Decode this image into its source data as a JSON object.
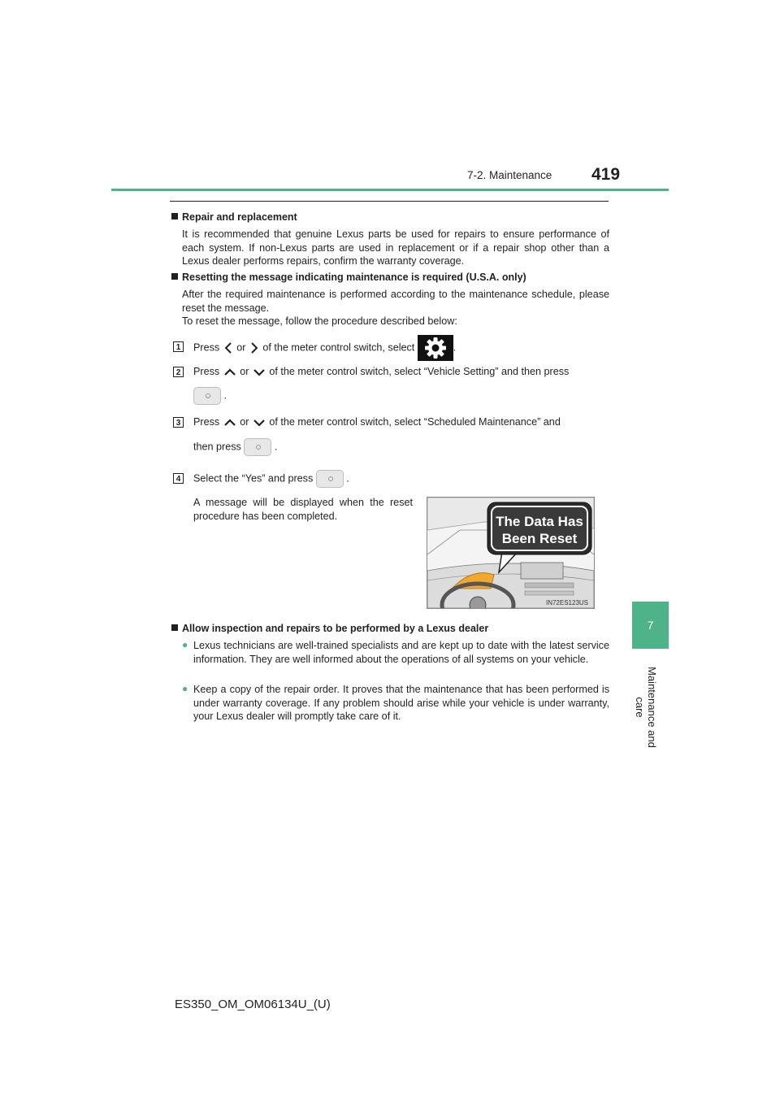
{
  "header": {
    "section": "7-2. Maintenance",
    "page_number": "419"
  },
  "side_tab": {
    "number": "7",
    "label": "Maintenance and care"
  },
  "repair": {
    "heading": "Repair and replacement",
    "text": "It is recommended that genuine Lexus parts be used for repairs to ensure performance of each system. If non-Lexus parts are used in replacement or if a repair shop other than a Lexus dealer performs repairs, confirm the warranty coverage."
  },
  "reset": {
    "heading": "Resetting the message indicating maintenance is required (U.S.A. only)",
    "intro1": "After the required maintenance is performed according to the maintenance schedule, please reset the message.",
    "intro2": "To reset the message, follow the procedure described below:",
    "steps": [
      {
        "num": "1",
        "a": "Press",
        "or": "or",
        "b": "of the meter control switch, select",
        "end": "."
      },
      {
        "num": "2",
        "a": "Press",
        "or": "or",
        "b": "of the meter control switch, select “Vehicle Setting” and then press",
        "end": "."
      },
      {
        "num": "3",
        "a": "Press",
        "or": "or",
        "b": "of the meter control switch, select “Scheduled Maintenance” and",
        "c": "then press",
        "end": "."
      },
      {
        "num": "4",
        "a": "Select the “Yes” and press",
        "end": "."
      }
    ],
    "completion_note": "A message will be displayed when the reset procedure has been completed.",
    "illustration": {
      "bubble_line1": "The Data Has",
      "bubble_line2": "Been Reset",
      "code": "IN72ES123US"
    }
  },
  "inspection": {
    "heading": "Allow inspection and repairs to be performed by a Lexus dealer",
    "bullets": [
      "Lexus technicians are well-trained specialists and are kept up to date with the latest service information. They are well informed about the operations of all systems on your vehicle.",
      "Keep a copy of the repair order. It proves that the maintenance that has been performed is under warranty coverage. If any problem should arise while your vehicle is under warranty, your Lexus dealer will promptly take care of it."
    ]
  },
  "footer": {
    "code": "ES350_OM_OM06134U_(U)"
  },
  "colors": {
    "accent": "#4fb38a",
    "text": "#231f20"
  },
  "icons": {
    "left": "chevron-left-icon",
    "right": "chevron-right-icon",
    "up": "chevron-up-icon",
    "down": "chevron-down-icon",
    "settings": "gear-icon",
    "ok": "ok-button-icon"
  }
}
